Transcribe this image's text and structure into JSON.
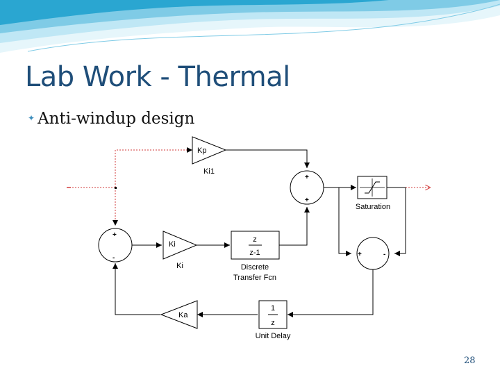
{
  "slide": {
    "title": "Lab Work - Thermal",
    "bullet": "Anti-windup design",
    "page_number": "28"
  },
  "diagram": {
    "blocks": {
      "kp": {
        "text": "Kp",
        "name": "Ki1"
      },
      "ki": {
        "text": "Ki",
        "name": "Ki"
      },
      "ka": {
        "text": "Ka"
      },
      "tf": {
        "num": "z",
        "den": "z-1",
        "name_line1": "Discrete",
        "name_line2": "Transfer Fcn"
      },
      "ud": {
        "num": "1",
        "den": "z",
        "name": "Unit Delay"
      },
      "sat": {
        "name": "Saturation"
      }
    },
    "signs": {
      "sum_top_plus1": "+",
      "sum_top_plus2": "+",
      "sum_left_plus": "+",
      "sum_left_minus": "-",
      "sum_right_plus": "+",
      "sum_right_minus": "-"
    }
  },
  "colors": {
    "title": "#1f4e79",
    "wave_light": "#cfeef8",
    "wave_mid": "#7fcbe6",
    "wave_dark": "#2aa6d1",
    "signal_red": "#d23a3a",
    "block_stroke": "#000000"
  }
}
